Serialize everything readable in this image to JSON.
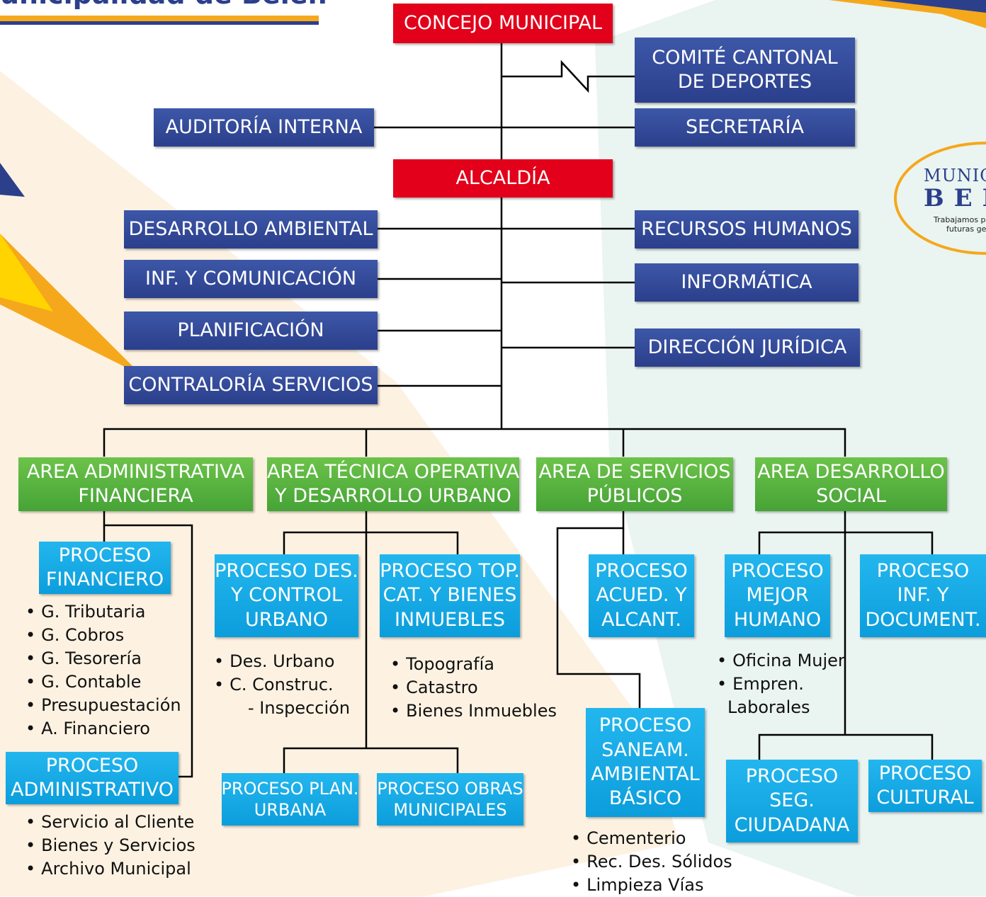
{
  "header": {
    "title": "unicipalidad de Belén"
  },
  "logo": {
    "line1": "MUNICI",
    "line2": "BEL",
    "tagline1": "Trabajamos por",
    "tagline2": "futuras ge"
  },
  "boxes": {
    "concejo": "CONCEJO MUNICIPAL",
    "comite_line1": "COMITÉ CANTONAL",
    "comite_line2": "DE DEPORTES",
    "secretaria": "SECRETARÍA",
    "auditoria": "AUDITORÍA INTERNA",
    "alcaldia": "ALCALDÍA",
    "desarrollo_ambiental": "DESARROLLO AMBIENTAL",
    "inf_comunicacion": "INF. Y COMUNICACIÓN",
    "planificacion": "PLANIFICACIÓN",
    "contraloria": "CONTRALORÍA SERVICIOS",
    "recursos_humanos": "RECURSOS HUMANOS",
    "informatica": "INFORMÁTICA",
    "direccion_juridica": "DIRECCIÓN JURÍDICA",
    "area_admin_1": "AREA ADMINISTRATIVA",
    "area_admin_2": "FINANCIERA",
    "area_tecnica_1": "AREA TÉCNICA OPERATIVA",
    "area_tecnica_2": "Y DESARROLLO URBANO",
    "area_servicios_1": "AREA DE SERVICIOS",
    "area_servicios_2": "PÚBLICOS",
    "area_social_1": "AREA DESARROLLO",
    "area_social_2": "SOCIAL",
    "p_financiero_1": "PROCESO",
    "p_financiero_2": "FINANCIERO",
    "p_administrativo_1": "PROCESO",
    "p_administrativo_2": "ADMINISTRATIVO",
    "p_des_control_1": "PROCESO DES.",
    "p_des_control_2": "Y CONTROL",
    "p_des_control_3": "URBANO",
    "p_top_1": "PROCESO TOP.",
    "p_top_2": "CAT. Y BIENES",
    "p_top_3": "INMUEBLES",
    "p_plan_1": "PROCESO PLAN.",
    "p_plan_2": "URBANA",
    "p_obras_1": "PROCESO OBRAS",
    "p_obras_2": "MUNICIPALES",
    "p_acued_1": "PROCESO",
    "p_acued_2": "ACUED. Y",
    "p_acued_3": "ALCANT.",
    "p_saneam_1": "PROCESO",
    "p_saneam_2": "SANEAM.",
    "p_saneam_3": "AMBIENTAL",
    "p_saneam_4": "BÁSICO",
    "p_mejor_1": "PROCESO",
    "p_mejor_2": "MEJOR",
    "p_mejor_3": "HUMANO",
    "p_infdoc_1": "PROCESO",
    "p_infdoc_2": "INF. Y",
    "p_infdoc_3": "DOCUMENT.",
    "p_seg_1": "PROCESO",
    "p_seg_2": "SEG.",
    "p_seg_3": "CIUDADANA",
    "p_cultural_1": "PROCESO",
    "p_cultural_2": "CULTURAL"
  },
  "lists": {
    "financiero": [
      "G. Tributaria",
      "G. Cobros",
      "G. Tesorería",
      "G. Contable",
      "Presupuestación",
      "A. Financiero"
    ],
    "administrativo": [
      "Servicio al Cliente",
      "Bienes y Servicios",
      "Archivo Municipal"
    ],
    "des_control": [
      "Des. Urbano",
      "C. Construc.",
      "Inspección"
    ],
    "topografia": [
      "Topografía",
      "Catastro",
      "Bienes Inmuebles"
    ],
    "saneam": [
      "Cementerio",
      "Rec. Des. Sólidos",
      "Limpieza Vías"
    ],
    "mejor_humano": [
      "Oficina Mujer",
      "Empren.",
      "Laborales"
    ]
  },
  "colors": {
    "red": "#e2001a",
    "navy": "#2b3f8b",
    "green": "#55b23e",
    "cyan": "#14a9e5",
    "accent_yellow": "#f5a81c",
    "bg_peach": "#fdf3e4",
    "bg_mint": "#e9f4f0"
  }
}
